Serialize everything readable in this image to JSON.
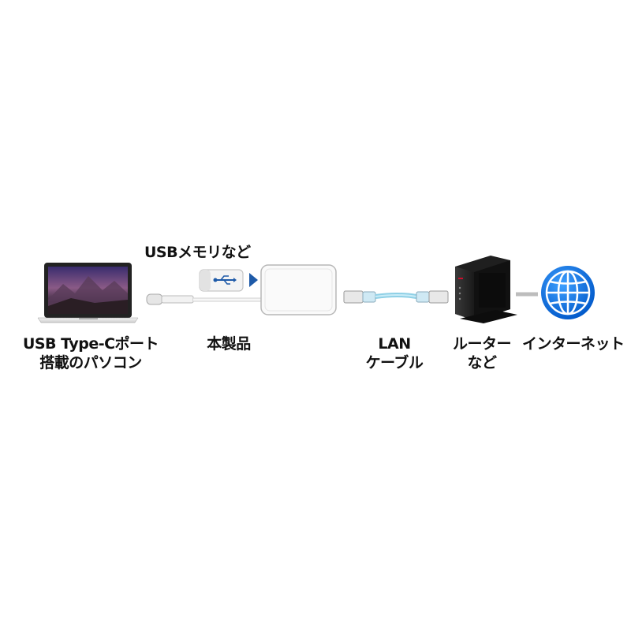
{
  "labels": {
    "usb_memory": "USBメモリなど",
    "pc_line1": "USB Type-Cポート",
    "pc_line2": "搭載のパソコン",
    "product": "本製品",
    "lan_line1": "LAN",
    "lan_line2": "ケーブル",
    "router_line1": "ルーター",
    "router_line2": "など",
    "internet": "インターネット"
  },
  "icons": {
    "laptop": "laptop-icon",
    "usb_stick": "usb-flash-drive-icon",
    "usb_symbol": "usb-symbol-icon",
    "insert_arrow": "arrow-right-icon",
    "adapter": "usb-c-lan-adapter-icon",
    "lan_cable": "ethernet-cable-icon",
    "router": "router-icon",
    "globe": "globe-icon"
  },
  "colors": {
    "accent_blue": "#1e5aa8",
    "globe_blue": "#0a6fd6",
    "router_body": "#2b2b2b",
    "router_red": "#c8102e",
    "cable_cyan": "#9ed8ec"
  }
}
